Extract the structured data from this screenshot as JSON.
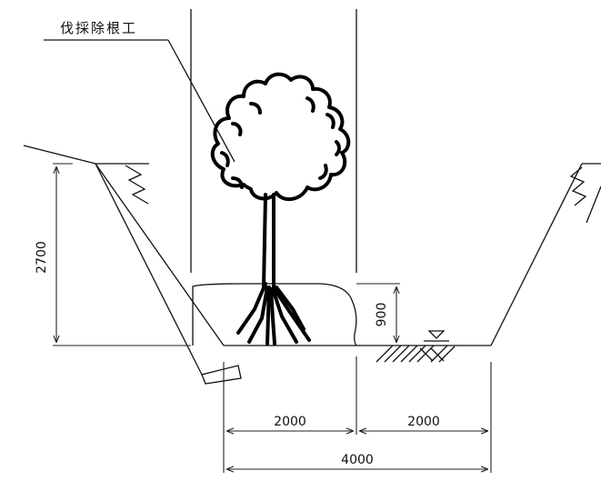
{
  "diagram": {
    "label": "伐採除根工",
    "dimensions": {
      "slope_height": "2700",
      "root_height": "900",
      "left_width": "2000",
      "right_width": "2000",
      "total_width": "4000"
    }
  }
}
